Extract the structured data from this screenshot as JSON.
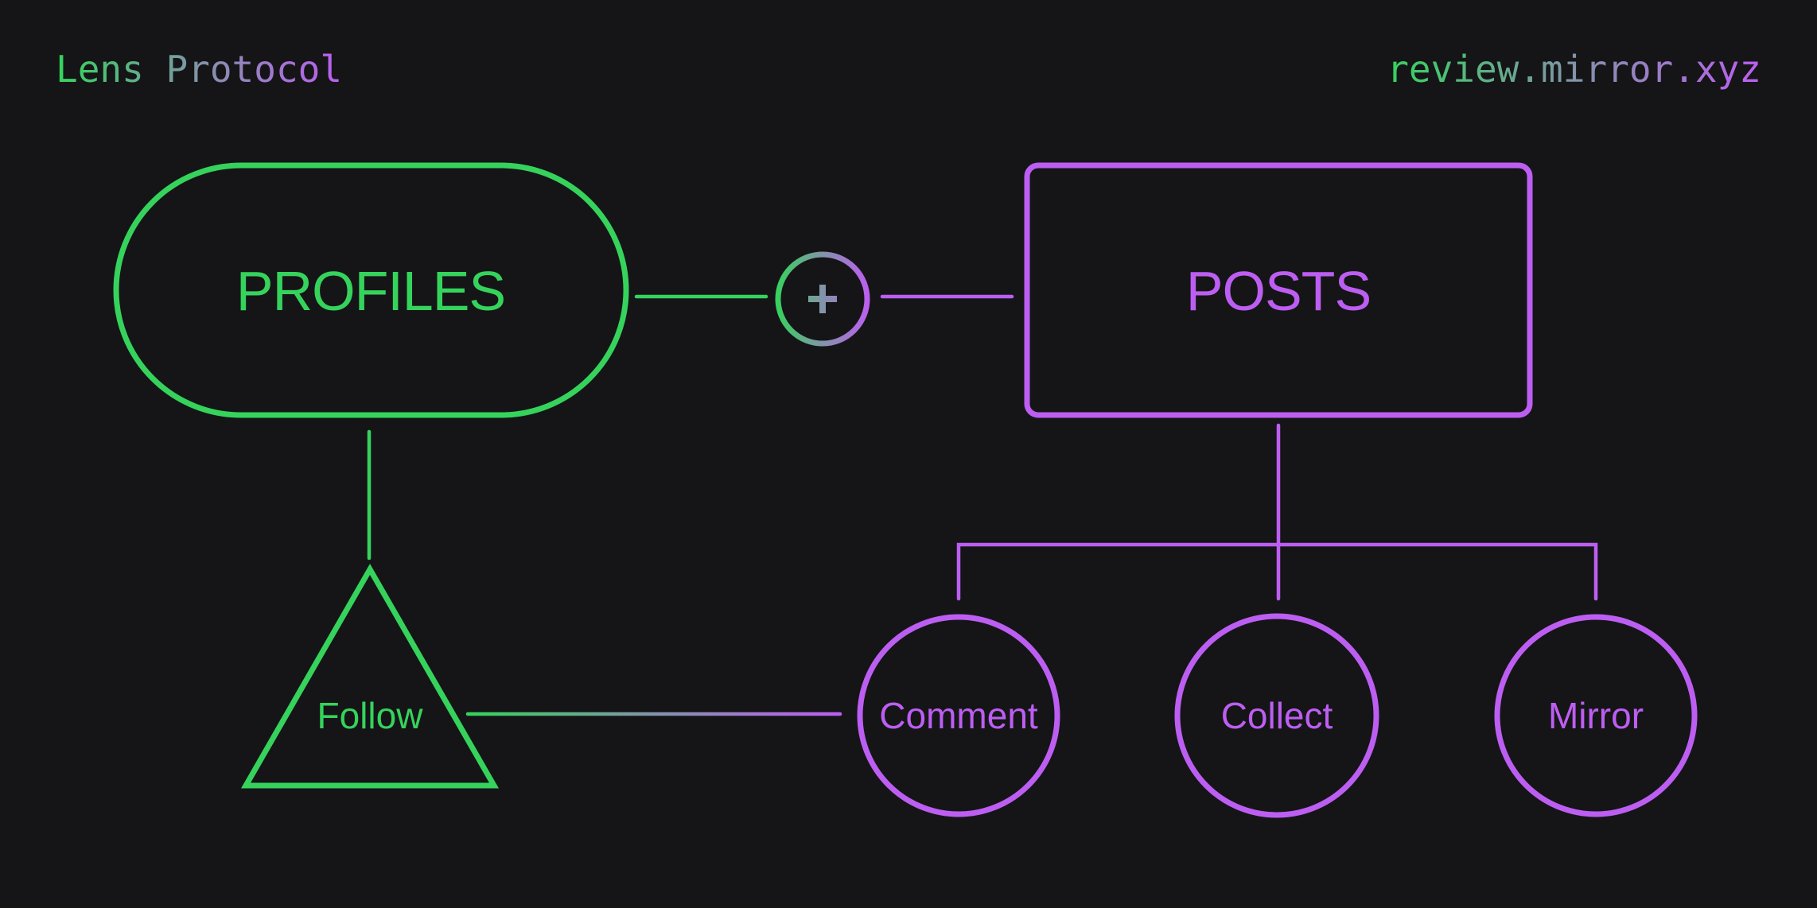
{
  "header": {
    "brand": "Lens Protocol",
    "site": "review.mirror.xyz"
  },
  "nodes": {
    "profiles": {
      "label": "PROFILES",
      "shape": "stadium",
      "color": "#35d35c"
    },
    "posts": {
      "label": "POSTS",
      "shape": "rectangle",
      "color": "#bd5ef2"
    },
    "plus": {
      "label": "+",
      "shape": "circle",
      "color": "gradient-green-purple"
    },
    "follow": {
      "label": "Follow",
      "shape": "triangle",
      "color": "#35d35c"
    },
    "comment": {
      "label": "Comment",
      "shape": "circle",
      "color": "#bd5ef2"
    },
    "collect": {
      "label": "Collect",
      "shape": "circle",
      "color": "#bd5ef2"
    },
    "mirror": {
      "label": "Mirror",
      "shape": "circle",
      "color": "#bd5ef2"
    }
  },
  "edges": [
    {
      "from": "profiles",
      "to": "plus"
    },
    {
      "from": "plus",
      "to": "posts"
    },
    {
      "from": "profiles",
      "to": "follow"
    },
    {
      "from": "follow",
      "to": "comment"
    },
    {
      "from": "posts",
      "to": "comment"
    },
    {
      "from": "posts",
      "to": "collect"
    },
    {
      "from": "posts",
      "to": "mirror"
    }
  ],
  "colors": {
    "bg": "#151517",
    "green": "#35d35c",
    "purple": "#bd5ef2",
    "slate": "#8294a9"
  }
}
